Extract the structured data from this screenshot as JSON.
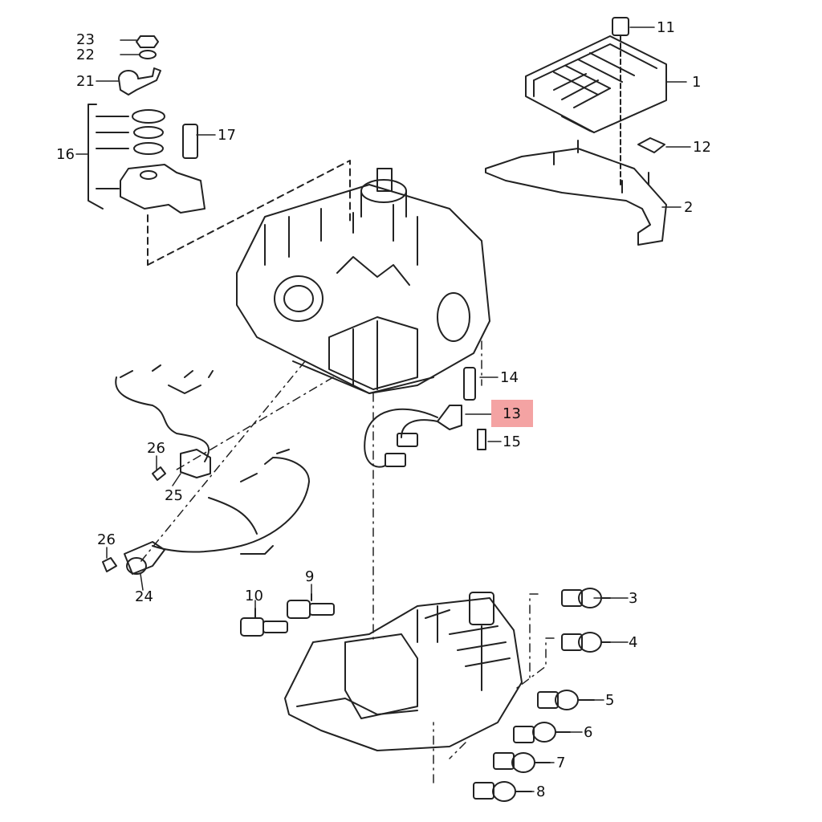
{
  "diagram": {
    "callouts": [
      {
        "id": "1",
        "text": "1"
      },
      {
        "id": "2",
        "text": "2"
      },
      {
        "id": "3",
        "text": "3"
      },
      {
        "id": "4",
        "text": "4"
      },
      {
        "id": "5",
        "text": "5"
      },
      {
        "id": "6",
        "text": "6"
      },
      {
        "id": "7",
        "text": "7"
      },
      {
        "id": "8",
        "text": "8"
      },
      {
        "id": "9",
        "text": "9"
      },
      {
        "id": "10",
        "text": "10"
      },
      {
        "id": "11",
        "text": "11"
      },
      {
        "id": "12",
        "text": "12"
      },
      {
        "id": "13",
        "text": "13",
        "highlighted": true
      },
      {
        "id": "14",
        "text": "14"
      },
      {
        "id": "15",
        "text": "15"
      },
      {
        "id": "16",
        "text": "16"
      },
      {
        "id": "17",
        "text": "17"
      },
      {
        "id": "21",
        "text": "21"
      },
      {
        "id": "22",
        "text": "22"
      },
      {
        "id": "23",
        "text": "23"
      },
      {
        "id": "24",
        "text": "24"
      },
      {
        "id": "25",
        "text": "25"
      },
      {
        "id": "26a",
        "text": "26"
      },
      {
        "id": "26b",
        "text": "26"
      }
    ],
    "highlight_color": "#f4a3a3",
    "line_color": "#222222"
  }
}
